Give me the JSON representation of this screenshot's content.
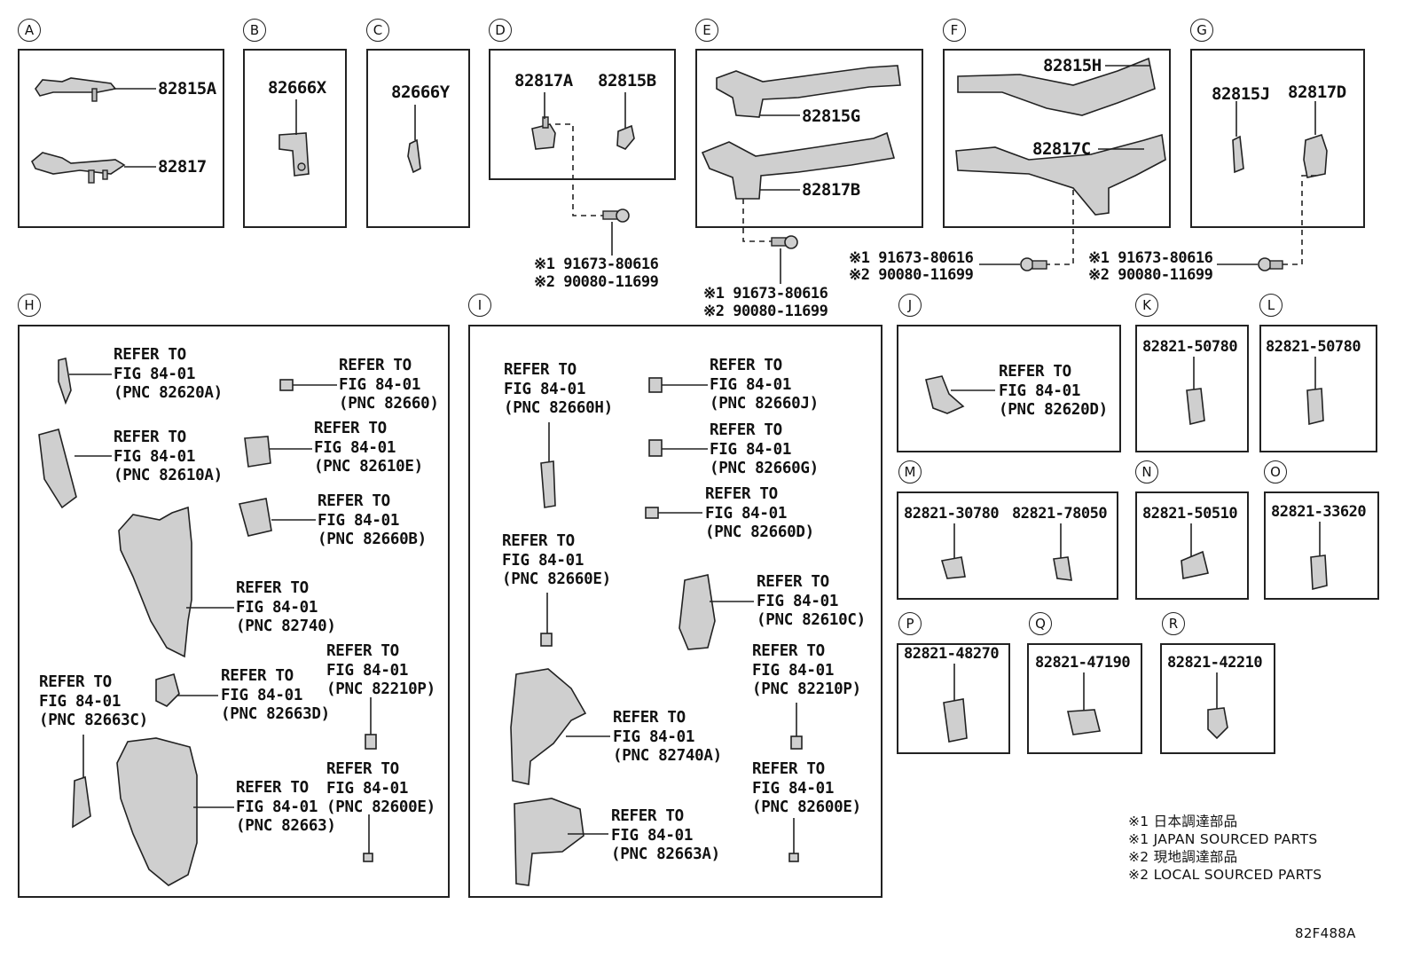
{
  "sections": {
    "A": {
      "letter": "A",
      "parts": [
        "82815A",
        "82817"
      ]
    },
    "B": {
      "letter": "B",
      "parts": [
        "82666X"
      ]
    },
    "C": {
      "letter": "C",
      "parts": [
        "82666Y"
      ]
    },
    "D": {
      "letter": "D",
      "parts": [
        "82817A",
        "82815B"
      ]
    },
    "E": {
      "letter": "E",
      "parts": [
        "82815G",
        "82817B"
      ]
    },
    "F": {
      "letter": "F",
      "parts": [
        "82815H",
        "82817C"
      ]
    },
    "G": {
      "letter": "G",
      "parts": [
        "82815J",
        "82817D"
      ]
    },
    "H": {
      "letter": "H"
    },
    "I": {
      "letter": "I"
    },
    "J": {
      "letter": "J"
    },
    "K": {
      "letter": "K",
      "parts": [
        "82821-50780"
      ]
    },
    "L": {
      "letter": "L",
      "parts": [
        "82821-50780"
      ]
    },
    "M": {
      "letter": "M",
      "parts": [
        "82821-30780",
        "82821-78050"
      ]
    },
    "N": {
      "letter": "N",
      "parts": [
        "82821-50510"
      ]
    },
    "O": {
      "letter": "O",
      "parts": [
        "82821-33620"
      ]
    },
    "P": {
      "letter": "P",
      "parts": [
        "82821-48270"
      ]
    },
    "Q": {
      "letter": "Q",
      "parts": [
        "82821-47190"
      ]
    },
    "R": {
      "letter": "R",
      "parts": [
        "82821-42210"
      ]
    }
  },
  "bolt": {
    "line1": "※1 91673-80616",
    "line2": "※2 90080-11699"
  },
  "refs": {
    "h_82620A": "REFER TO\nFIG 84-01\n(PNC 82620A)",
    "h_82660": "REFER TO\nFIG 84-01\n(PNC 82660)",
    "h_82610A": "REFER TO\nFIG 84-01\n(PNC 82610A)",
    "h_82610E": "REFER TO\nFIG 84-01\n(PNC 82610E)",
    "h_82660B": "REFER TO\nFIG 84-01\n(PNC 82660B)",
    "h_82740": "REFER TO\nFIG 84-01\n(PNC 82740)",
    "h_82663C": "REFER TO\nFIG 84-01\n(PNC 82663C)",
    "h_82663D": "REFER TO\nFIG 84-01\n(PNC 82663D)",
    "h_82210P": "REFER TO\nFIG 84-01\n(PNC 82210P)",
    "h_82663": "REFER TO\nFIG 84-01\n(PNC 82663)",
    "h_82600E": "REFER TO\nFIG 84-01\n(PNC 82600E)",
    "i_82660H": "REFER TO\nFIG 84-01\n(PNC 82660H)",
    "i_82660J": "REFER TO\nFIG 84-01\n(PNC 82660J)",
    "i_82660G": "REFER TO\nFIG 84-01\n(PNC 82660G)",
    "i_82660D": "REFER TO\nFIG 84-01\n(PNC 82660D)",
    "i_82660E": "REFER TO\nFIG 84-01\n(PNC 82660E)",
    "i_82610C": "REFER TO\nFIG 84-01\n(PNC 82610C)",
    "i_82740A": "REFER TO\nFIG 84-01\n(PNC 82740A)",
    "i_82210P": "REFER TO\nFIG 84-01\n(PNC 82210P)",
    "i_82663A": "REFER TO\nFIG 84-01\n(PNC 82663A)",
    "i_82600E": "REFER TO\nFIG 84-01\n(PNC 82600E)",
    "j_82620D": "REFER TO\nFIG 84-01\n(PNC 82620D)"
  },
  "legend": [
    "※1 日本調達部品",
    "※1 JAPAN SOURCED PARTS",
    "※2 現地調達部品",
    "※2 LOCAL SOURCED PARTS"
  ],
  "figure_code": "82F488A"
}
